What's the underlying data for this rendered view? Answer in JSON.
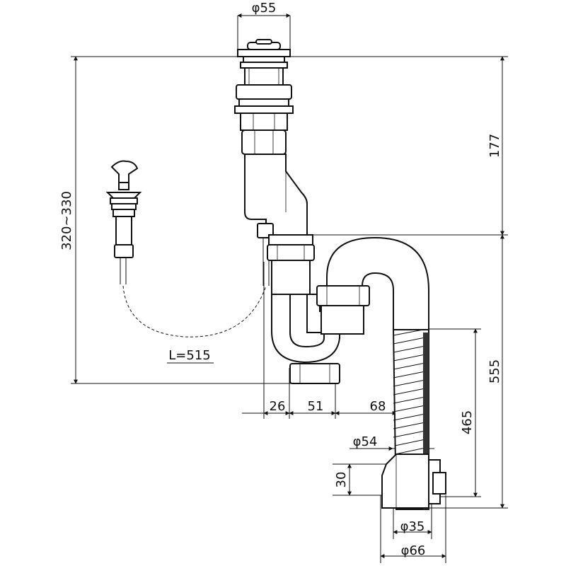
{
  "dimensions": {
    "top_diameter": "φ55",
    "height_range": "320~330",
    "height_177": "177",
    "height_555": "555",
    "height_465": "465",
    "chain_length": "L=515",
    "offset_26": "26",
    "offset_51": "51",
    "offset_68": "68",
    "diameter_54": "φ54",
    "height_30": "30",
    "diameter_35": "φ35",
    "diameter_66": "φ66"
  }
}
